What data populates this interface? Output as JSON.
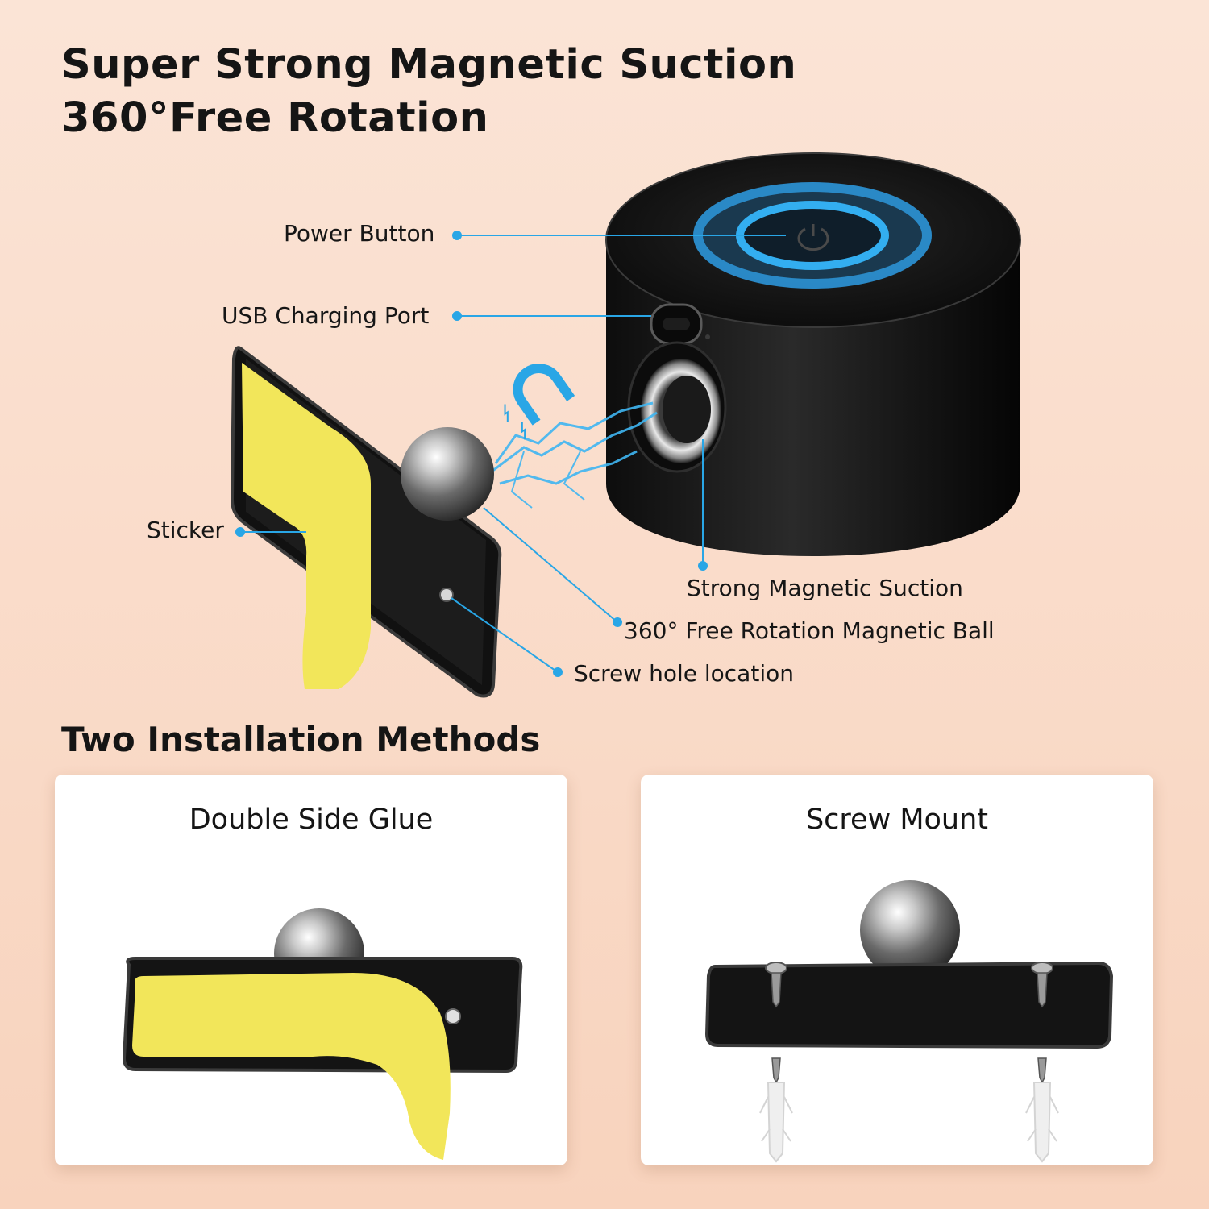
{
  "headline": {
    "line1": "Super Strong Magnetic Suction",
    "line2": "360°Free Rotation"
  },
  "callouts": {
    "power_button": "Power Button",
    "usb_port": "USB Charging Port",
    "sticker": "Sticker",
    "magnetic_suction": "Strong Magnetic Suction",
    "magnetic_ball": "360° Free Rotation Magnetic Ball",
    "screw_hole": "Screw hole location"
  },
  "installation": {
    "heading": "Two Installation Methods",
    "methods": [
      {
        "label": "Double Side Glue"
      },
      {
        "label": "Screw Mount"
      }
    ]
  },
  "colors": {
    "accent": "#29a6e6",
    "sticker_yellow": "#f2e65a",
    "device_black": "#141414",
    "background": "#f9dac7"
  },
  "icons": [
    "power-icon",
    "magnet-icon",
    "lightning-icon",
    "usb-c-port-icon",
    "screw-icon",
    "wall-anchor-icon"
  ]
}
